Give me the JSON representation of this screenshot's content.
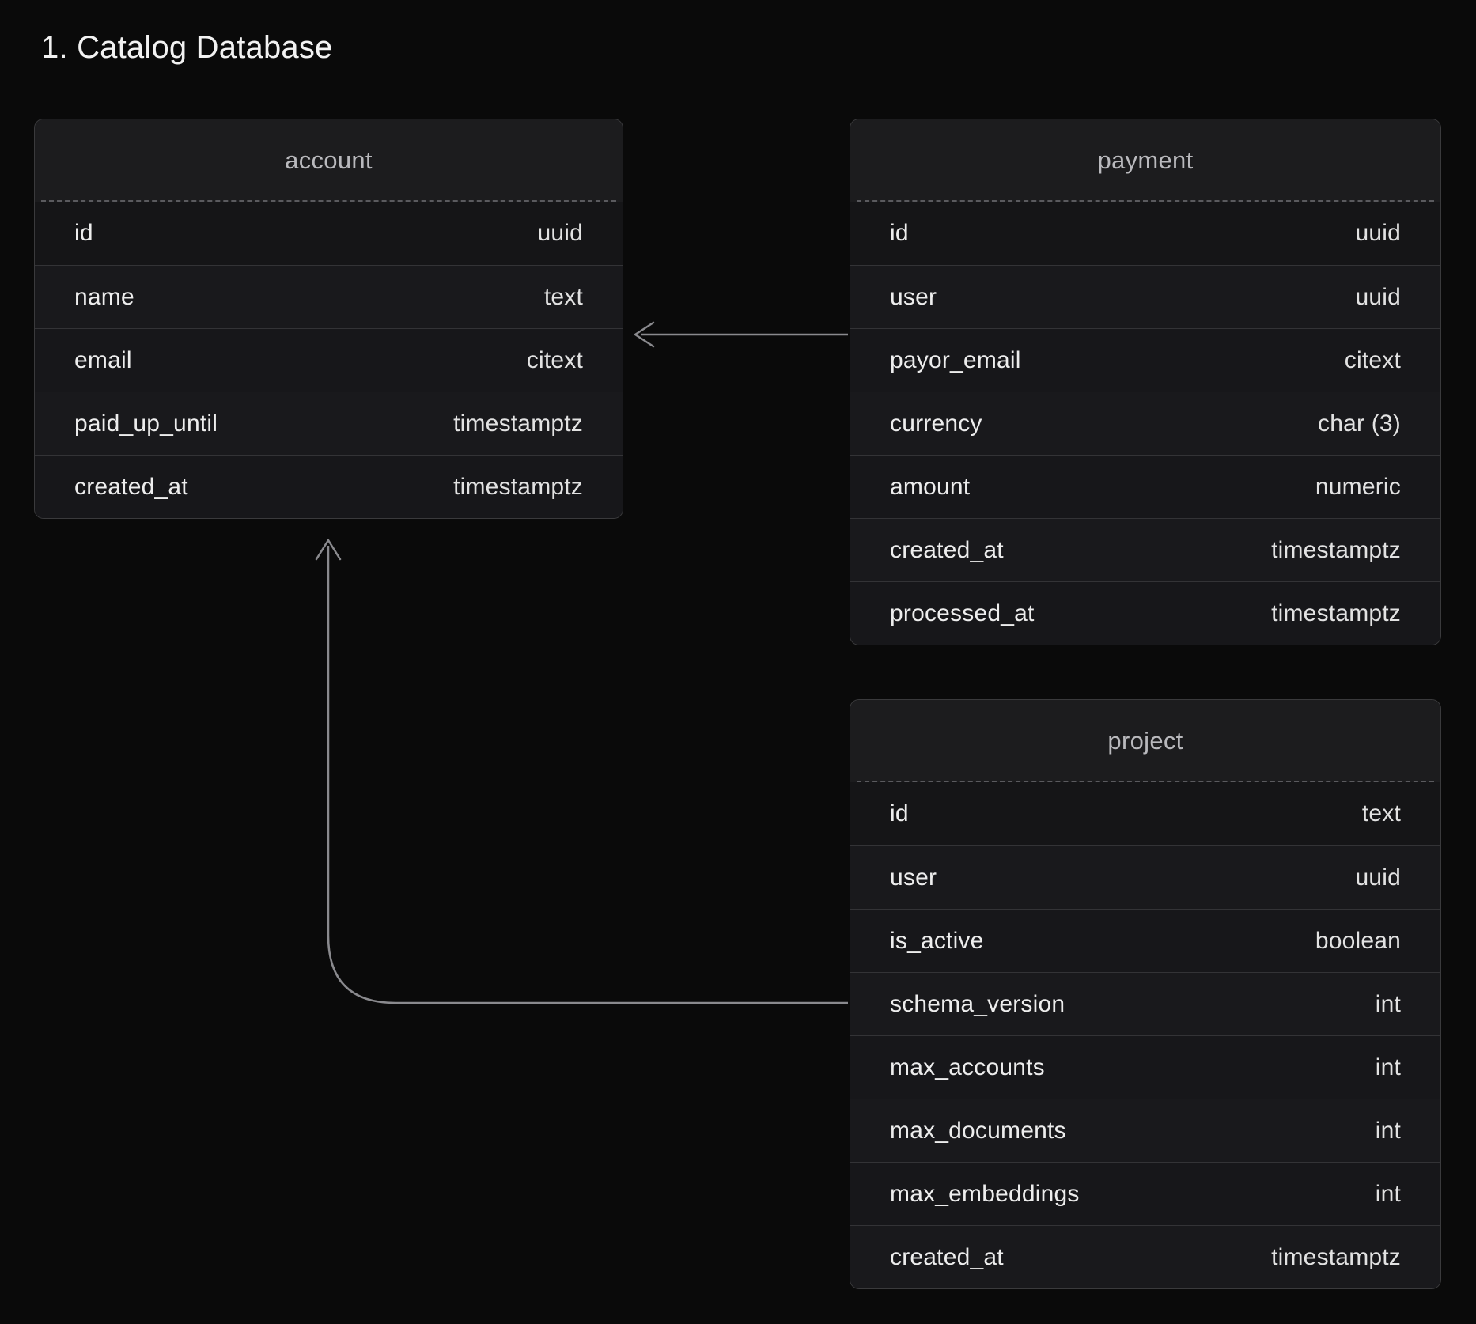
{
  "title": "1. Catalog Database",
  "theme": {
    "background": "#0a0a0a",
    "entity_fill": "#151517",
    "entity_border": "#3a3a3c",
    "header_fill": "#1c1c1e",
    "title_color": "#b9b9bd",
    "text_color": "#ededed",
    "connector_color": "#8a8a8e"
  },
  "entities": [
    {
      "name": "account",
      "fields": [
        {
          "name": "id",
          "type": "uuid"
        },
        {
          "name": "name",
          "type": "text"
        },
        {
          "name": "email",
          "type": "citext"
        },
        {
          "name": "paid_up_until",
          "type": "timestamptz"
        },
        {
          "name": "created_at",
          "type": "timestamptz"
        }
      ]
    },
    {
      "name": "payment",
      "fields": [
        {
          "name": "id",
          "type": "uuid"
        },
        {
          "name": "user",
          "type": "uuid"
        },
        {
          "name": "payor_email",
          "type": "citext"
        },
        {
          "name": "currency",
          "type": "char (3)"
        },
        {
          "name": "amount",
          "type": "numeric"
        },
        {
          "name": "created_at",
          "type": "timestamptz"
        },
        {
          "name": "processed_at",
          "type": "timestamptz"
        }
      ]
    },
    {
      "name": "project",
      "fields": [
        {
          "name": "id",
          "type": "text"
        },
        {
          "name": "user",
          "type": "uuid"
        },
        {
          "name": "is_active",
          "type": "boolean"
        },
        {
          "name": "schema_version",
          "type": "int"
        },
        {
          "name": "max_accounts",
          "type": "int"
        },
        {
          "name": "max_documents",
          "type": "int"
        },
        {
          "name": "max_embeddings",
          "type": "int"
        },
        {
          "name": "created_at",
          "type": "timestamptz"
        }
      ]
    }
  ],
  "relationships": [
    {
      "from": "payment.user",
      "to": "account.id",
      "style": "straight-arrow"
    },
    {
      "from": "project.user",
      "to": "account.id",
      "style": "elbow-arrow"
    }
  ]
}
